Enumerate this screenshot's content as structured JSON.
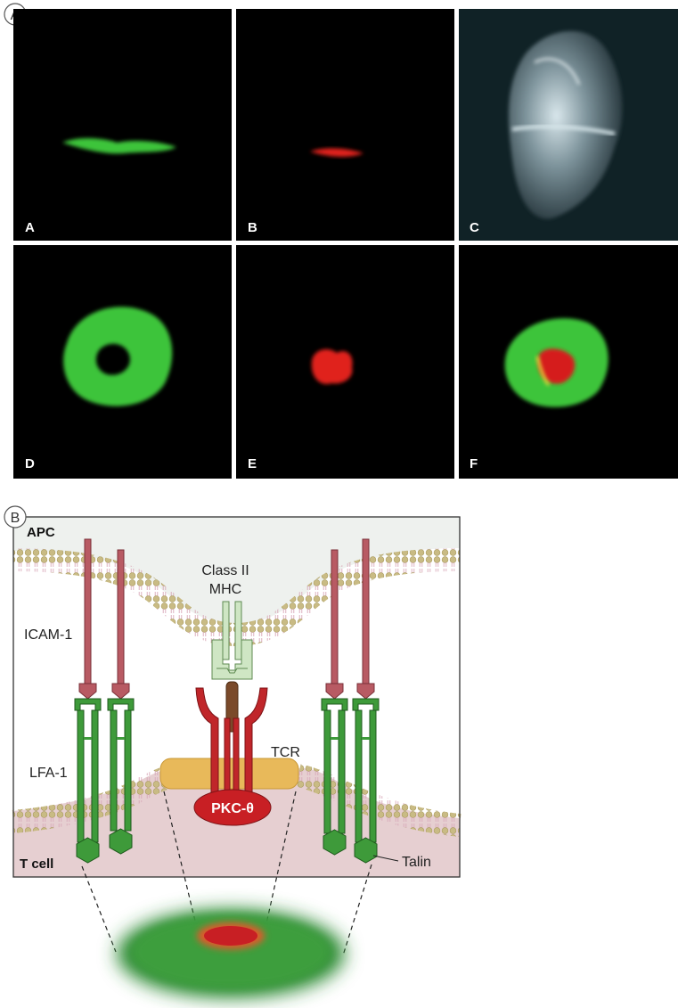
{
  "part_a": {
    "badge": "A",
    "panels": [
      {
        "letter": "A"
      },
      {
        "letter": "B"
      },
      {
        "letter": "C"
      },
      {
        "letter": "D"
      },
      {
        "letter": "E"
      },
      {
        "letter": "F"
      }
    ]
  },
  "part_b": {
    "badge": "B",
    "apc_label": "APC",
    "tcell_label": "T cell",
    "mhc_label_1": "Class II",
    "mhc_label_2": "MHC",
    "icam_label": "ICAM-1",
    "lfa_label": "LFA-1",
    "tcr_label": "TCR",
    "pkc_label": "PKC-θ",
    "talin_label": "Talin"
  },
  "colors": {
    "green_signal": "#3cc43a",
    "red_signal": "#e0201c",
    "icam": "#b85a63",
    "lfa": "#3e9a3a",
    "mhc": "#cfe6c4",
    "tcr": "#c0262a",
    "raft": "#e8b95a",
    "pkc": "#c81f24",
    "apc_fill": "#eef1ee",
    "tcell_fill": "#e6cfd1"
  }
}
